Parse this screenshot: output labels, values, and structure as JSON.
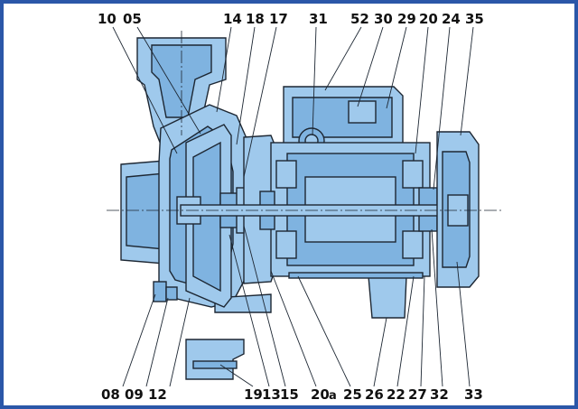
{
  "labels": {
    "top": [
      "10",
      "05",
      "14",
      "18",
      "17",
      "31",
      "52",
      "30",
      "29",
      "20",
      "24",
      "35"
    ],
    "bottom": [
      "08",
      "09",
      "12",
      "19",
      "13",
      "15",
      "20",
      "a",
      "25",
      "26",
      "22",
      "27",
      "32",
      "33"
    ]
  },
  "colors": {
    "frame": "#2b57a8",
    "metal": "#9fc9ec",
    "metal_dark": "#7fb3e0",
    "ink": "#1d2733"
  }
}
